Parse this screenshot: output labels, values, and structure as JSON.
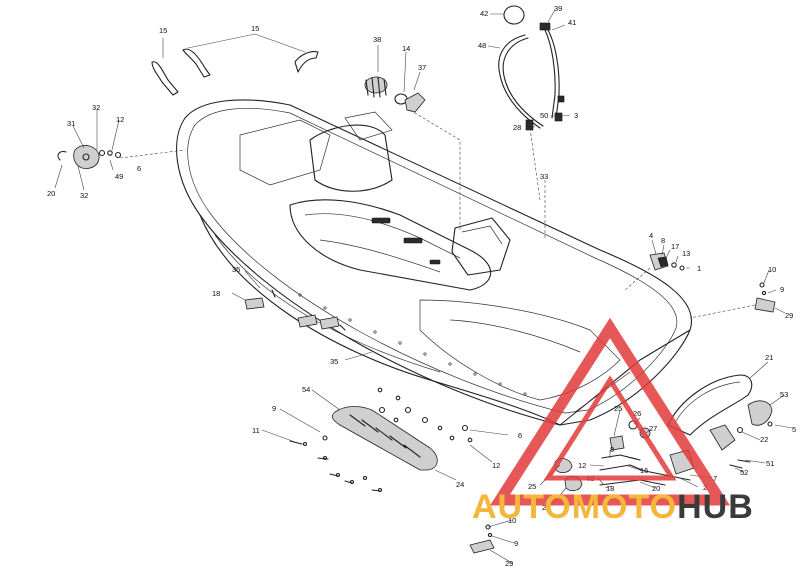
{
  "watermark": {
    "part1": "AUTO",
    "part2": "MOTO",
    "part3": "HUB",
    "color1": "#f5b63a",
    "color2": "#f5b63a",
    "color3": "#3a3a3a",
    "accent": "#e23b3b"
  },
  "callouts": {
    "c15a": "15",
    "c15b": "15",
    "c38": "38",
    "c14": "14",
    "c37": "37",
    "c42": "42",
    "c39": "39",
    "c41": "41",
    "c48a": "48",
    "c28": "28",
    "c50": "50",
    "c3": "3",
    "c33": "33",
    "c32a": "32",
    "c31": "31",
    "c12a": "12",
    "c6a": "6",
    "c49": "49",
    "c20a": "20",
    "c32b": "32",
    "c4": "4",
    "c8a": "8",
    "c17": "17",
    "c13": "13",
    "c1": "1",
    "c10a": "10",
    "c9a": "9",
    "c29a": "29",
    "c35a": "35",
    "c18a": "18",
    "c35b": "35",
    "c21": "21",
    "c53": "53",
    "c5": "5",
    "c22": "22",
    "c51": "51",
    "c52": "52",
    "c9b": "9",
    "c11": "11",
    "c54": "54",
    "c6b": "6",
    "c12b": "12",
    "c24": "24",
    "c25a": "25",
    "c26": "26",
    "c27": "27",
    "c8b": "8",
    "c12c": "12",
    "c16": "16",
    "c48b": "48",
    "c18b": "18",
    "c20b": "20",
    "c7": "7",
    "c2": "2",
    "c25b": "25",
    "c23": "23",
    "c10b": "10",
    "c9c": "9",
    "c29b": "29"
  }
}
